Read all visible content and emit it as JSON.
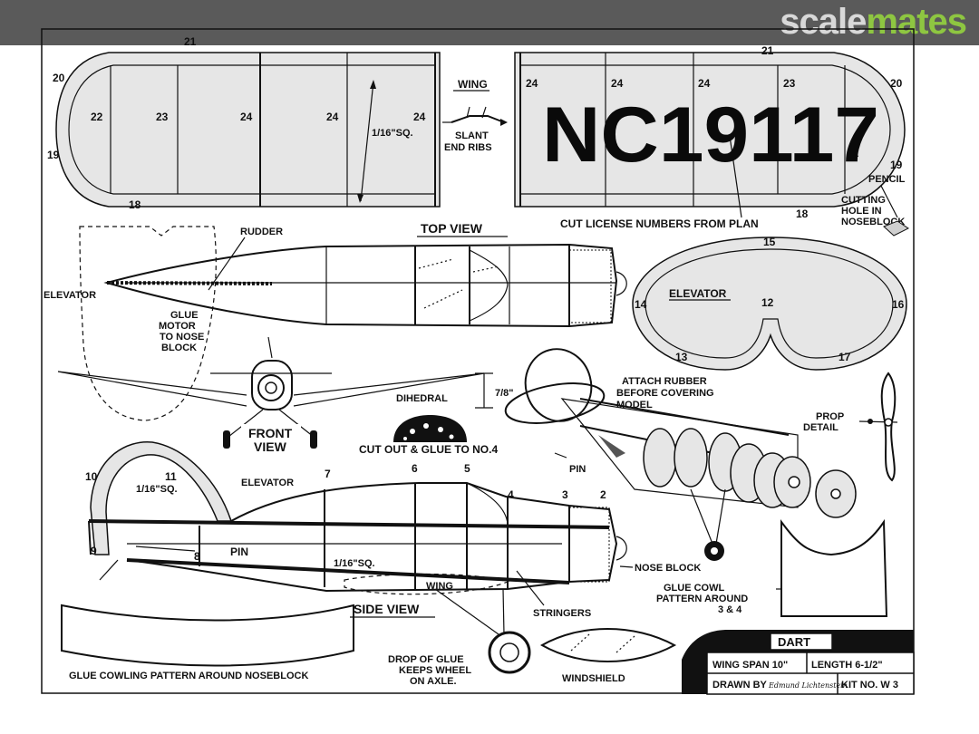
{
  "watermark": {
    "part1": "scale",
    "part2": "mates"
  },
  "colors": {
    "header_bar": "#5a5a5a",
    "logo_light": "#d8d8d8",
    "logo_green": "#8ec641"
  },
  "labels": {
    "wing": "WING",
    "slant_end_ribs": [
      "SLANT",
      "END RIBS"
    ],
    "sixteenth_sq": "1/16\"SQ.",
    "license": "NC19117",
    "pencil": "PENCIL",
    "cutting_hole": [
      "CUTTING",
      "HOLE IN",
      "NOSEBLOCK"
    ],
    "cut_license": "CUT LICENSE NUMBERS FROM PLAN",
    "rudder": "RUDDER",
    "top_view": "TOP VIEW",
    "elevator": "ELEVATOR",
    "glue_motor": [
      "GLUE",
      "MOTOR",
      "TO NOSE",
      "BLOCK"
    ],
    "elevator_detail": "ELEVATOR",
    "dihedral": "DIHEDRAL",
    "dihedral_value": "7/8\"",
    "front_view": [
      "FRONT",
      "VIEW"
    ],
    "attach_rubber": [
      "ATTACH RUBBER",
      "BEFORE COVERING",
      "MODEL"
    ],
    "prop_detail": [
      "PROP",
      "DETAIL"
    ],
    "cut_out_glue": "CUT OUT & GLUE TO NO.4",
    "pin": "PIN",
    "side_elevator": "ELEVATOR",
    "side_16sq": "1/16\"SQ.",
    "side_pin": "PIN",
    "side_16sq_2": "1/16\"SQ.",
    "side_wing": "WING",
    "nose_block": "NOSE BLOCK",
    "glue_cowl": [
      "GLUE COWL",
      "PATTERN AROUND",
      "3 & 4"
    ],
    "side_view": "SIDE VIEW",
    "stringers": "STRINGERS",
    "drop_of_glue": [
      "DROP OF GLUE",
      "KEEPS WHEEL",
      "ON AXLE."
    ],
    "windshield": "WINDSHIELD",
    "glue_cowling": "GLUE COWLING PATTERN AROUND NOSEBLOCK"
  },
  "rib_numbers": {
    "left_wing": [
      "21",
      "20",
      "22",
      "23",
      "24",
      "24",
      "24",
      "19",
      "18"
    ],
    "right_wing": [
      "21",
      "24",
      "24",
      "24",
      "23",
      "20",
      "22",
      "19",
      "18"
    ],
    "elevator": [
      "15",
      "14",
      "12",
      "16",
      "13",
      "17"
    ],
    "side_view": [
      "10",
      "11",
      "7",
      "6",
      "5",
      "4",
      "3",
      "2",
      "9",
      "8"
    ]
  },
  "title_block": {
    "name": "DART",
    "wing_span": "WING SPAN  10\"",
    "length": "LENGTH  6-1/2\"",
    "drawn_by": "DRAWN  BY",
    "signature": "Edmund Lichtenstein",
    "kit_no": "KIT NO. W 3"
  }
}
